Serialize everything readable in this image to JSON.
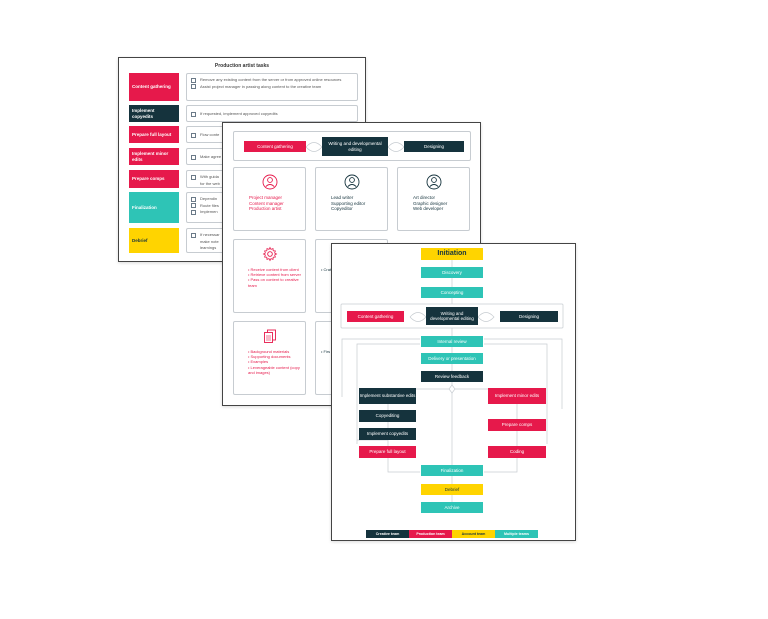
{
  "sheet1": {
    "title": "Production artist tasks",
    "rows": [
      {
        "label": "Content gathering",
        "color": "#e6194b",
        "lines": [
          "Remove any existing content from the server or from approved online resources",
          "Assist project manager in passing along content to the creative team"
        ]
      },
      {
        "label": "Implement copyedits",
        "color": "#15333d",
        "lines": [
          "If requested, implement approved copyedits"
        ]
      },
      {
        "label": "Prepare full layout",
        "color": "#e6194b",
        "lines": [
          "Flow conte"
        ]
      },
      {
        "label": "Implement minor edits",
        "color": "#e6194b",
        "lines": [
          "Make agree"
        ]
      },
      {
        "label": "Prepare comps",
        "color": "#e6194b",
        "lines": [
          "With guida",
          "for the web"
        ]
      },
      {
        "label": "Finalization",
        "color": "#2ec4b6",
        "lines": [
          "Dependin",
          "Route files",
          "Implemen"
        ]
      },
      {
        "label": "Debrief",
        "color": "#ffd400",
        "lines": [
          "If necessar",
          "make note",
          "learnings"
        ]
      }
    ]
  },
  "sheet2": {
    "flow": {
      "left": "Content gathering",
      "middle": "Writing and developmental editing",
      "right": "Designing"
    },
    "roles": [
      {
        "lines": [
          "Project manager",
          "Content manager",
          "Production artist"
        ]
      },
      {
        "lines": [
          "Lead writer",
          "Supporting editor",
          "Copyeditor"
        ]
      },
      {
        "lines": [
          "Art director",
          "Graphic designer",
          "Web developer"
        ]
      }
    ],
    "tasks1": [
      "Receive content from client",
      "Retrieve content from server",
      "Pass on content to creative team"
    ],
    "tasks2": [
      "Background materials",
      "Supporting documents",
      "Examples",
      "Leverageable content (copy and images)"
    ],
    "partial1": "Crat",
    "partial2": "Firs"
  },
  "sheet3": {
    "initiation": "Initiation",
    "discovery": "Discovery",
    "concepting": "Concepting",
    "content_gathering": "Content gathering",
    "writing": "Writing and developmental editing",
    "designing": "Designing",
    "internal_review": "Internal review",
    "delivery": "Delivery or presentation",
    "review_feedback": "Review feedback",
    "implement_substantive": "Implement substantive edits",
    "copyediting": "Copyediting",
    "implement_copyedits": "Implement copyedits",
    "prepare_layout": "Prepare full layout",
    "implement_minor": "Implement minor edits",
    "prepare_comps": "Prepare comps",
    "coding": "Coding",
    "finalization": "Finalization",
    "debrief": "Debrief",
    "archive": "Archive",
    "legend": [
      {
        "label": "Creative team",
        "color": "#15333d"
      },
      {
        "label": "Production team",
        "color": "#e6194b"
      },
      {
        "label": "Account team",
        "color": "#ffd400"
      },
      {
        "label": "Multiple teams",
        "color": "#2ec4b6"
      }
    ]
  }
}
